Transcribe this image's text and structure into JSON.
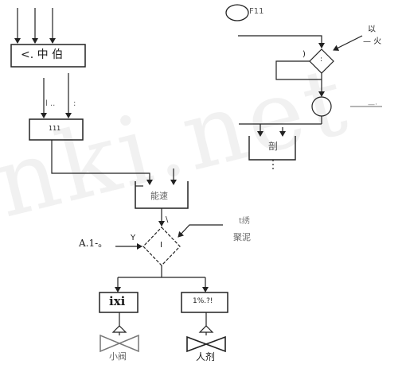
{
  "watermark": "nki.net",
  "left_flow": {
    "box_top_label": "<. 中 伯",
    "between_label_1": "l ..",
    "between_label_2": ":",
    "box_mid_label": "111",
    "box_wide_label": "能速",
    "decision_label": "I",
    "decision_top_mark": "\\",
    "side_note_line1": "t绣",
    "side_note_line2": "聚泥",
    "input_label": "A.1-。",
    "yes_label": "Y",
    "box_left_bottom_label": "ixi",
    "box_right_bottom_label": "1%.?!",
    "valve_left_label": "小阀",
    "valve_right_label": "人剂"
  },
  "right_flow": {
    "start_label": "F11",
    "note_line1": "以",
    "note_line2": "— 火",
    "decision_label": ":",
    "decision_left_mark": ")",
    "circle_right_mark": "—·",
    "box_label": "剖"
  }
}
